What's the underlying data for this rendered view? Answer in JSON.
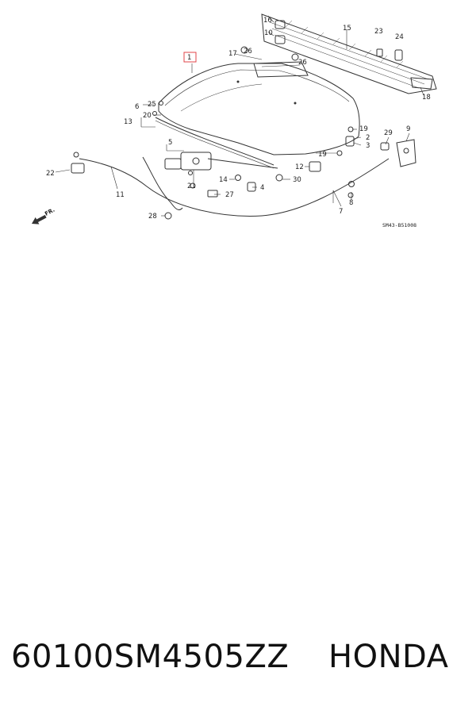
{
  "diagram": {
    "highlight_color": "#e0464a",
    "highlighted_callout": "1",
    "callouts": [
      "1",
      "2",
      "3",
      "4",
      "5",
      "6",
      "7",
      "8",
      "9",
      "10",
      "11",
      "12",
      "13",
      "14",
      "15",
      "16",
      "17",
      "18",
      "19",
      "19",
      "20",
      "21",
      "22",
      "23",
      "24",
      "25",
      "26",
      "26",
      "27",
      "28",
      "29",
      "30"
    ],
    "direction_label": "FR.",
    "reference_code": "SM43-B51008"
  },
  "caption": {
    "part_number": "60100SM4505ZZ",
    "brand": "HONDA"
  }
}
